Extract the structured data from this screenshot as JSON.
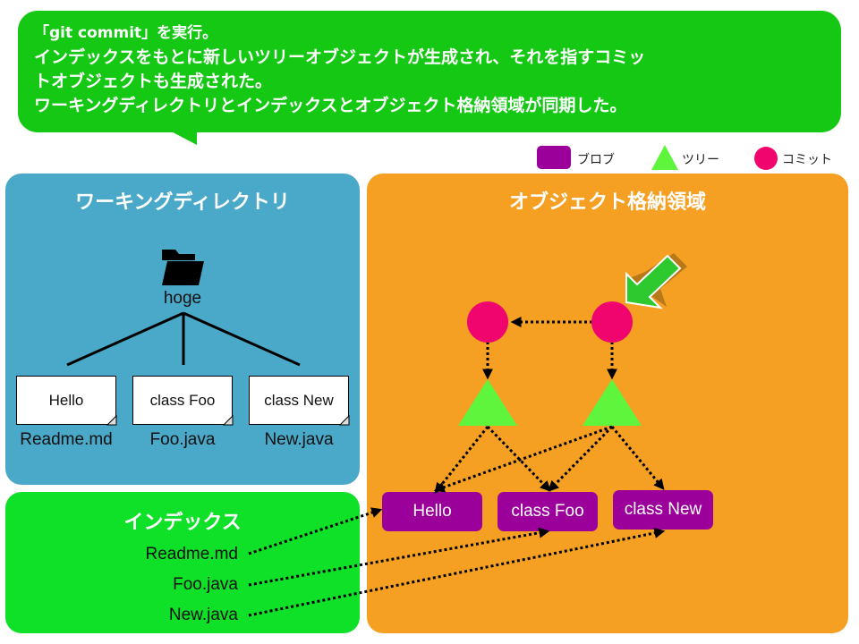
{
  "callout": {
    "lines": [
      "「git commit」を実行。",
      "インデックスをもとに新しいツリーオブジェクトが生成され、それを指すコミッ",
      "トオブジェクトも生成された。",
      "ワーキングディレクトリとインデックスとオブジェクト格納領域が同期した。"
    ]
  },
  "legend": {
    "blob": "ブロブ",
    "tree": "ツリー",
    "commit": "コミット"
  },
  "working_dir": {
    "title": "ワーキングディレクトリ",
    "folder": "hoge",
    "files": [
      {
        "content": "Hello",
        "name": "Readme.md"
      },
      {
        "content": "class Foo",
        "name": "Foo.java"
      },
      {
        "content": "class New",
        "name": "New.java"
      }
    ]
  },
  "index": {
    "title": "インデックス",
    "entries": [
      "Readme.md",
      "Foo.java",
      "New.java"
    ]
  },
  "object_store": {
    "title": "オブジェクト格納領域",
    "blobs": [
      "Hello",
      "class Foo",
      "class New"
    ]
  },
  "colors": {
    "callout": "#14c814",
    "working_dir": "#4aa8c8",
    "index": "#0fe028",
    "object_store": "#f5a023",
    "blob": "#9b009b",
    "tree": "#5ff53c",
    "commit": "#f0056e",
    "pointer": "#2ec92e"
  }
}
